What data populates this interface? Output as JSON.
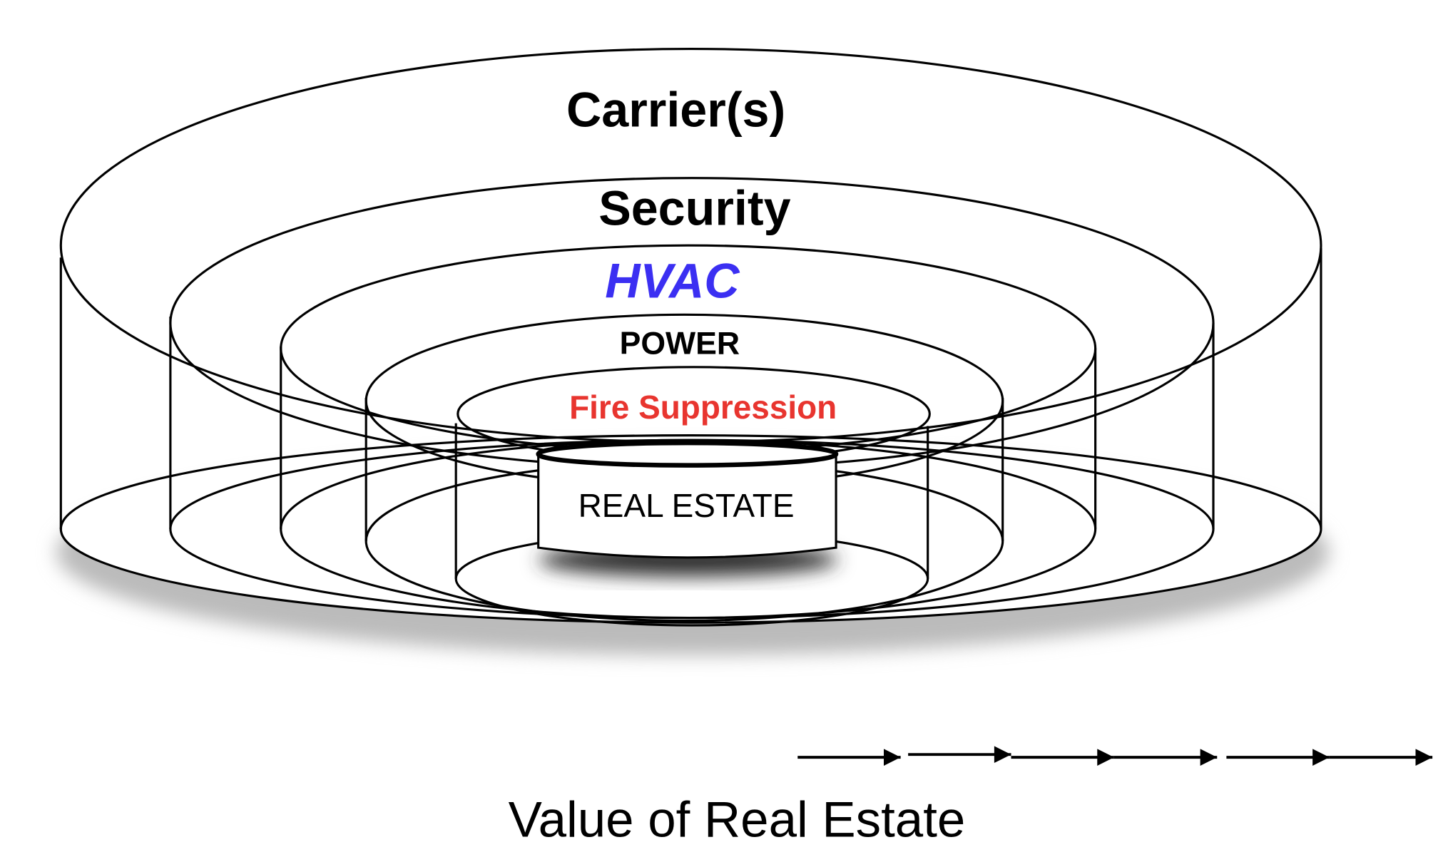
{
  "layers": [
    {
      "id": "carrier",
      "label": "Carrier(s)",
      "color": "#000000",
      "style": "bold"
    },
    {
      "id": "security",
      "label": "Security",
      "color": "#000000",
      "style": "bold"
    },
    {
      "id": "hvac",
      "label": "HVAC",
      "color": "#3b2ff2",
      "style": "bold-italic"
    },
    {
      "id": "power",
      "label": "POWER",
      "color": "#000000",
      "style": "bold"
    },
    {
      "id": "fire",
      "label": "Fire Suppression",
      "color": "#e8352f",
      "style": "bold"
    }
  ],
  "core": {
    "label": "REAL ESTATE"
  },
  "axis": {
    "label": "Value of Real Estate",
    "arrow_count": 6
  }
}
